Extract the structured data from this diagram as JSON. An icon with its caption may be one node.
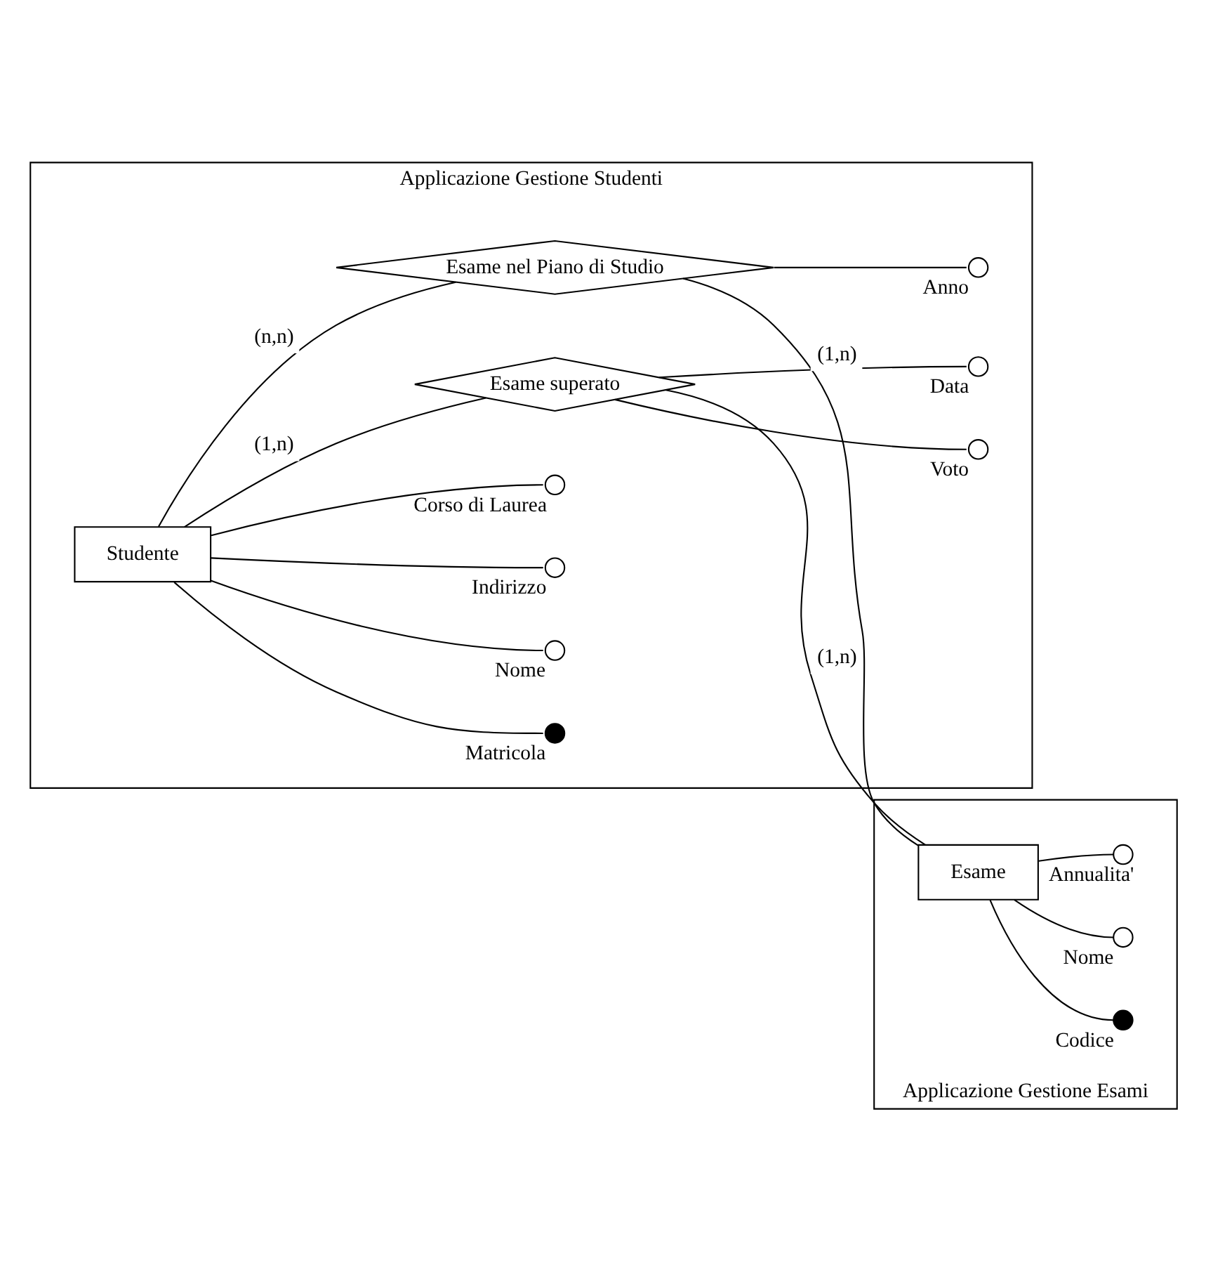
{
  "diagram": {
    "nodes": [
      {
        "text": [
          "Applicazione Gestione Studenti"
        ]
      },
      {
        "text": [
          "Studente"
        ],
        "in": 0
      },
      {
        "text": [],
        "shape": "circle",
        "beside": [
          "Matricola"
        ],
        "in": 0
      },
      {
        "text": [],
        "shape": "circle",
        "beside": [
          "Nome"
        ],
        "in": 0
      },
      {
        "text": [],
        "shape": "circle",
        "beside": [
          "Indirizzo"
        ],
        "in": 0
      },
      {
        "text": [],
        "shape": "circle",
        "beside": [
          "Corso di Laurea"
        ],
        "in": 0
      },
      {
        "text": [
          "Esame superato"
        ],
        "in": 0
      },
      {
        "text": [],
        "shape": "circle",
        "beside": [
          "Data"
        ],
        "in": 0
      },
      {
        "text": [],
        "shape": "circle",
        "beside": [
          "Voto"
        ],
        "in": 0
      },
      {
        "text": [
          "Esame nel Piano di Studio"
        ],
        "in": 0
      },
      {
        "text": [],
        "shape": "circle",
        "beside": [
          "Anno"
        ],
        "in": 0
      },
      {
        "text": [
          "Applicazione Gestione Esami"
        ]
      },
      {
        "text": [
          "Esame"
        ],
        "in": 11
      },
      {
        "text": [],
        "shape": "circle",
        "beside": [
          "Codice"
        ],
        "in": 11
      },
      {
        "text": [],
        "shape": "circle",
        "beside": [
          "Nome"
        ],
        "in": 11
      },
      {
        "text": [],
        "shape": "circle",
        "beside": [
          "Annualita'"
        ],
        "in": 11
      }
    ],
    "edges": [
      {
        "from": 1,
        "to": 2,
        "arrow": "none"
      },
      {
        "from": 1,
        "to": 3,
        "arrow": "none"
      },
      {
        "from": 1,
        "to": 4,
        "arrow": "none"
      },
      {
        "from": 1,
        "to": 5,
        "arrow": "none"
      },
      {
        "from": 1,
        "to": 6,
        "arrow": "none",
        "label": "(1,n)"
      },
      {
        "from": 1,
        "to": 9,
        "arrow": "none",
        "label": "(n,n)"
      },
      {
        "from": 6,
        "to": 7,
        "arrow": "none"
      },
      {
        "from": 6,
        "to": 8,
        "arrow": "none"
      },
      {
        "from": 9,
        "to": 10,
        "arrow": "none"
      },
      {
        "from": 6,
        "to": 12,
        "arrow": "none",
        "label": "(1,n)"
      },
      {
        "from": 9,
        "to": 12,
        "arrow": "none",
        "label": "(1,n)"
      },
      {
        "from": 12,
        "to": 13,
        "arrow": "none"
      },
      {
        "from": 12,
        "to": 14,
        "arrow": "none"
      },
      {
        "from": 12,
        "to": 15,
        "arrow": "none"
      }
    ]
  }
}
